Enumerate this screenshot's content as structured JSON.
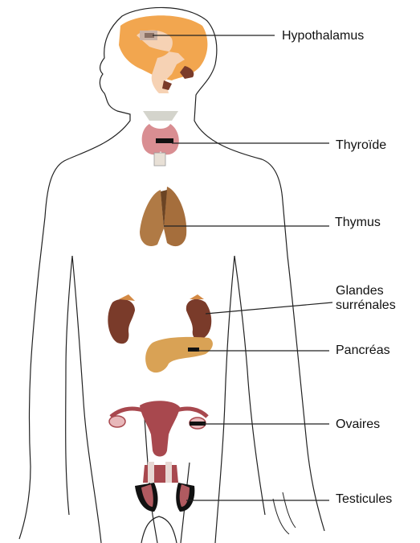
{
  "labels": {
    "hypothalamus": "Hypothalamus",
    "thyroide": "Thyroïde",
    "thymus": "Thymus",
    "glandes_line1": "Glandes",
    "glandes_line2": "surrénales",
    "pancreas": "Pancréas",
    "ovaires": "Ovaires",
    "testicules": "Testicules"
  },
  "colors": {
    "outline": "#222222",
    "brain": "#f2a64f",
    "brain_light": "#f6d2b4",
    "organ_dark": "#7a3b2a",
    "organ_mid": "#b0623f",
    "pancreas": "#d9a255",
    "uterus": "#a8484e",
    "thyroid": "#d98e92"
  }
}
